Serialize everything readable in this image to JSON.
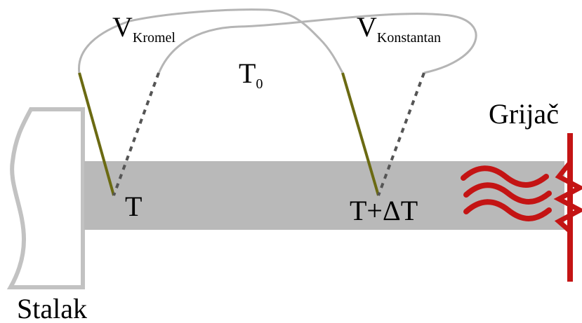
{
  "labels": {
    "v_kromel": {
      "main": "V",
      "sub": "Kromel"
    },
    "v_konstantan": {
      "main": "V",
      "sub": "Konstantan"
    },
    "t0": {
      "main": "T",
      "sub": "0"
    },
    "t": "T",
    "t_plus_dt": "T+ΔT",
    "grijac": "Grijač",
    "stalak": "Stalak"
  },
  "colors": {
    "rod": "#b9b9b9",
    "stand_outline": "#c2c2c2",
    "wire_gray": "#b5b5b5",
    "kromel_wire": "#6b6a12",
    "konstantan_wire": "#555555",
    "heater": "#c41414",
    "text": "#000000"
  }
}
